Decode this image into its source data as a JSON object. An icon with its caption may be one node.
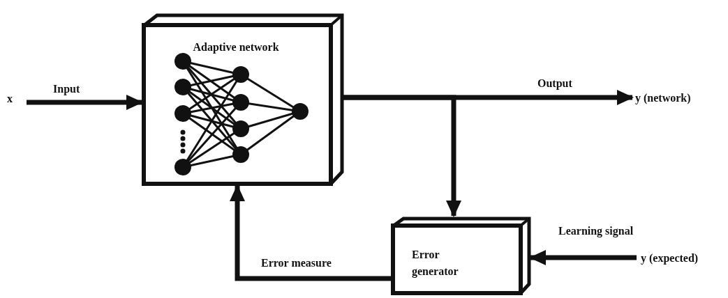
{
  "diagram": {
    "nodes": [
      {
        "text": [
          "x"
        ]
      },
      {
        "text": [
          "Adaptive network"
        ]
      },
      {
        "text": [
          "y (network)"
        ]
      },
      {
        "text": [
          "Error generator"
        ]
      },
      {
        "text": [
          "y (expected)"
        ]
      }
    ],
    "edges": [
      {
        "from": 0,
        "to": 1,
        "arrow": "to",
        "label": "Input"
      },
      {
        "from": 1,
        "to": 2,
        "arrow": "to",
        "label": "Output"
      },
      {
        "from": 1,
        "to": 3,
        "arrow": "to"
      },
      {
        "from": 4,
        "to": 3,
        "arrow": "to",
        "label": "Learning signal"
      },
      {
        "from": 3,
        "to": 1,
        "arrow": "to",
        "label": "Error measure"
      }
    ]
  }
}
